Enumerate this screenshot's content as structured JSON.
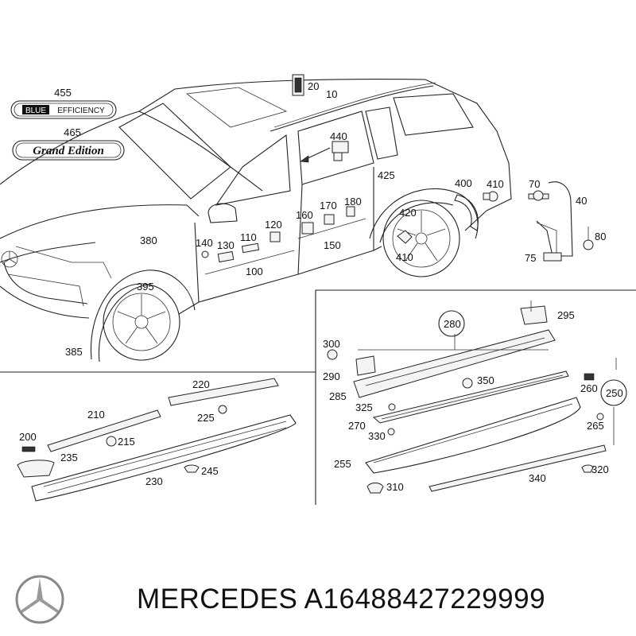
{
  "badges": {
    "blue_efficiency": {
      "number": "455",
      "text_blue": "BLUE",
      "text_rest": "EFFICIENCY"
    },
    "grand_edition": {
      "number": "465",
      "text": "Grand Edition"
    }
  },
  "callouts": {
    "car": [
      "20",
      "10",
      "440",
      "425",
      "400",
      "410",
      "70",
      "40",
      "420",
      "180",
      "170",
      "160",
      "120",
      "110",
      "140",
      "130",
      "380",
      "150",
      "100",
      "395",
      "385",
      "410",
      "80",
      "75"
    ],
    "left_panel": [
      "220",
      "210",
      "225",
      "200",
      "215",
      "235",
      "230",
      "245"
    ],
    "right_panel": [
      "280",
      "295",
      "300",
      "290",
      "350",
      "285",
      "260",
      "250",
      "325",
      "270",
      "265",
      "330",
      "255",
      "310",
      "320",
      "340"
    ]
  },
  "footer": {
    "brand": "MERCEDES",
    "part_number": "A16488427229999"
  }
}
